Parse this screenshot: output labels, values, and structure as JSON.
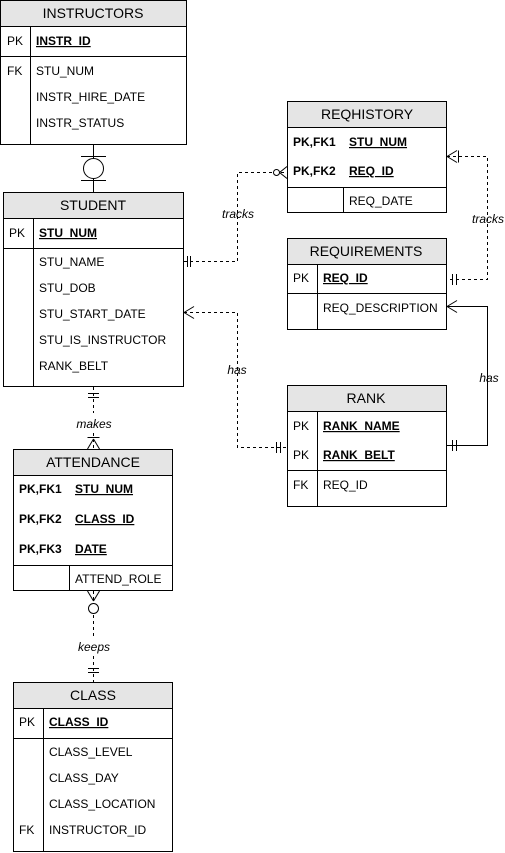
{
  "entities": {
    "instructors": {
      "title": "INSTRUCTORS",
      "rows": [
        {
          "key": "PK",
          "name": "INSTR_ID"
        },
        {
          "key": "FK",
          "name": "STU_NUM"
        },
        {
          "key": "",
          "name": "INSTR_HIRE_DATE"
        },
        {
          "key": "",
          "name": "INSTR_STATUS"
        }
      ]
    },
    "student": {
      "title": "STUDENT",
      "rows": [
        {
          "key": "PK",
          "name": "STU_NUM"
        },
        {
          "key": "",
          "name": "STU_NAME"
        },
        {
          "key": "",
          "name": "STU_DOB"
        },
        {
          "key": "",
          "name": "STU_START_DATE"
        },
        {
          "key": "",
          "name": "STU_IS_INSTRUCTOR"
        },
        {
          "key": "",
          "name": "RANK_BELT"
        }
      ]
    },
    "reqhistory": {
      "title": "REQHISTORY",
      "rows": [
        {
          "key": "PK,FK1",
          "name": "STU_NUM"
        },
        {
          "key": "PK,FK2",
          "name": "REQ_ID"
        },
        {
          "key": "",
          "name": "REQ_DATE"
        }
      ]
    },
    "requirements": {
      "title": "REQUIREMENTS",
      "rows": [
        {
          "key": "PK",
          "name": "REQ_ID"
        },
        {
          "key": "",
          "name": "REQ_DESCRIPTION"
        }
      ]
    },
    "rank": {
      "title": "RANK",
      "rows": [
        {
          "key": "PK",
          "name": "RANK_NAME"
        },
        {
          "key": "PK",
          "name": "RANK_BELT"
        },
        {
          "key": "FK",
          "name": "REQ_ID"
        }
      ]
    },
    "attendance": {
      "title": "ATTENDANCE",
      "rows": [
        {
          "key": "PK,FK1",
          "name": "STU_NUM"
        },
        {
          "key": "PK,FK2",
          "name": "CLASS_ID"
        },
        {
          "key": "PK,FK3",
          "name": "DATE"
        },
        {
          "key": "",
          "name": "ATTEND_ROLE"
        }
      ]
    },
    "class": {
      "title": "CLASS",
      "rows": [
        {
          "key": "PK",
          "name": "CLASS_ID"
        },
        {
          "key": "",
          "name": "CLASS_LEVEL"
        },
        {
          "key": "",
          "name": "CLASS_DAY"
        },
        {
          "key": "",
          "name": "CLASS_LOCATION"
        },
        {
          "key": "FK",
          "name": "INSTRUCTOR_ID"
        }
      ]
    }
  },
  "relationships": {
    "tracks_student": "tracks",
    "tracks_requirements": "tracks",
    "has_student_rank": "has",
    "has_rank_requirements": "has",
    "makes": "makes",
    "keeps": "keeps"
  }
}
